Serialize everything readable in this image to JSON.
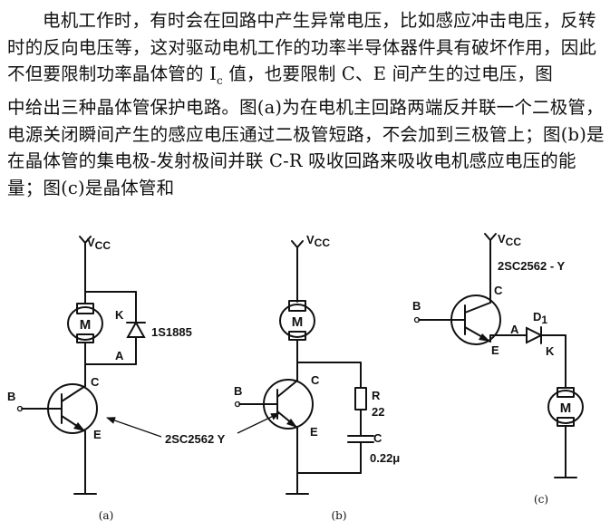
{
  "paragraph": {
    "part1": "电机工作时，有时会在回路中产生异常电压，比如感应冲击电压，反转时的反向电压等，这对驱动电机工作的功率半导体器件具有破坏作用，因此不但要限制功率晶体管的 I",
    "sub1": "c",
    "part2": " 值，也要限制 C、E 间产生的过电压，图",
    "part3": "中给出三种晶体管保护电路。图(a)为在电机主回路两端反并联一个二极管，电源关闭瞬间产生的感应电压通过二极管短路，不会加到三极管上；图(b)是在晶体管的集电极-发射极间并联 C-R 吸收回路来吸收电机感应电压的能量；图(c)是晶体管和"
  },
  "circuit_a": {
    "supply": "V",
    "supply_sub": "CC",
    "motor": "M",
    "diode_k": "K",
    "diode_a": "A",
    "diode_part": "1S1885",
    "collector": "C",
    "base": "B",
    "emitter": "E",
    "caption": "(a)"
  },
  "circuit_b": {
    "supply": "V",
    "supply_sub": "CC",
    "motor": "M",
    "collector": "C",
    "base": "B",
    "emitter": "E",
    "resistor": "R",
    "resistor_value": "22",
    "capacitor": "C",
    "capacitor_value": "0.22μ",
    "caption": "(b)"
  },
  "shared_transistor_label": "2SC2562  Y",
  "circuit_c": {
    "supply": "V",
    "supply_sub": "CC",
    "transistor_part": "2SC2562 - Y",
    "collector": "C",
    "base": "B",
    "emitter": "E",
    "diode": "D",
    "diode_sub": "1",
    "diode_a": "A",
    "diode_k": "K",
    "motor": "M",
    "caption": "(c)"
  }
}
